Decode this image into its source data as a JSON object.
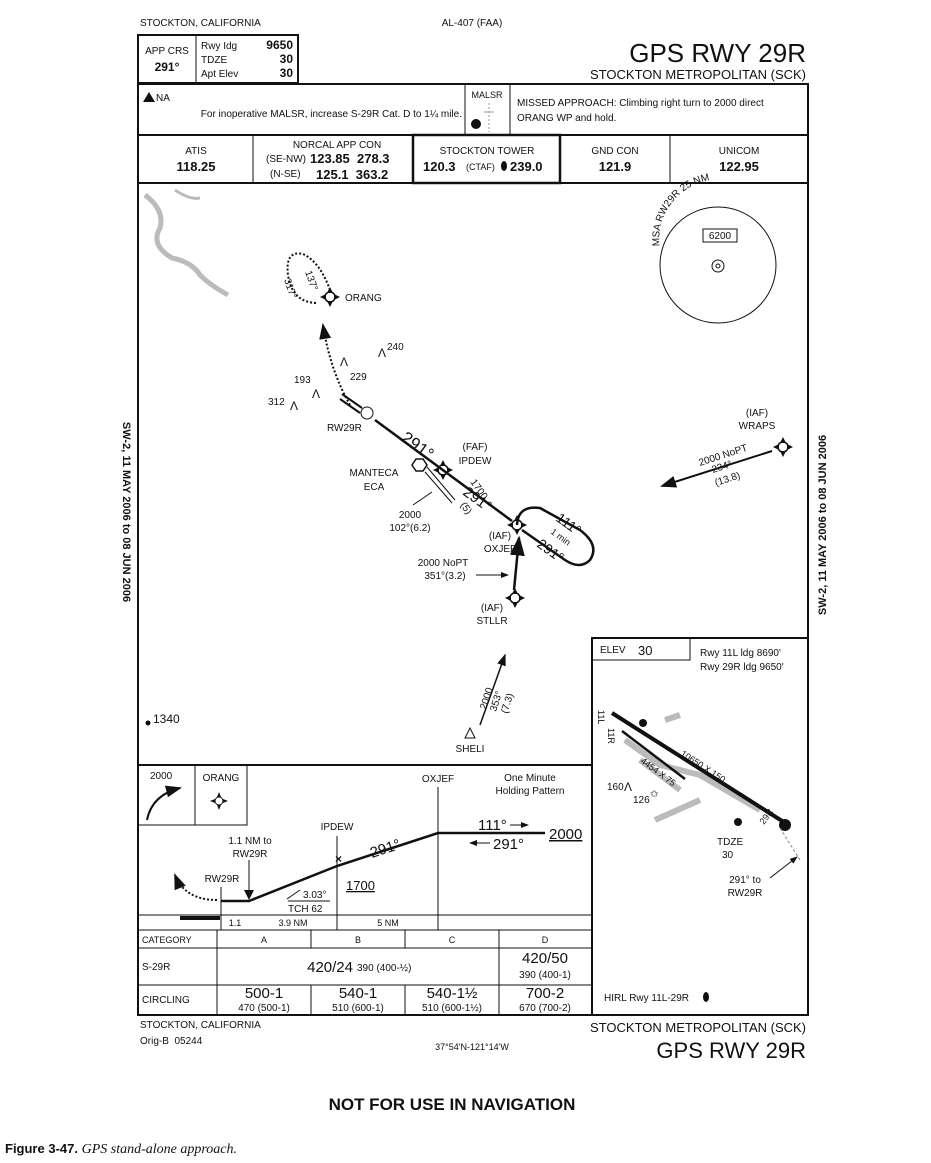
{
  "header": {
    "location": "STOCKTON, CALIFORNIA",
    "chart_id": "AL-407 (FAA)",
    "title": "GPS RWY 29R",
    "airport": "STOCKTON METROPOLITAN (SCK)",
    "app_crs_label": "APP CRS",
    "app_crs": "291°",
    "rwy_ldg_label": "Rwy Idg",
    "rwy_ldg": "9650",
    "tdze_label": "TDZE",
    "tdze": "30",
    "apt_elev_label": "Apt Elev",
    "apt_elev": "30"
  },
  "notes": {
    "na": "NA",
    "malsr_note": "For inoperative MALSR, increase S-29R Cat. D to 1¼ mile.",
    "malsr_label": "MALSR",
    "missed_line1": "MISSED APPROACH: Climbing right turn to 2000 direct",
    "missed_line2": "ORANG WP and hold."
  },
  "frequencies": {
    "atis_label": "ATIS",
    "atis": "118.25",
    "norcal_label": "NORCAL APP CON",
    "norcal_se_nw": "(SE-NW)",
    "norcal_f1": "123.85  278.3",
    "norcal_n_se": "(N-SE)",
    "norcal_f2": "125.1  363.2",
    "tower_label": "STOCKTON TOWER",
    "tower_f1": "120.3",
    "ctaf": "(CTAF)",
    "tower_f2": "239.0",
    "gnd_label": "GND CON",
    "gnd": "121.9",
    "unicom_label": "UNICOM",
    "unicom": "122.95"
  },
  "plan": {
    "orang": "ORANG",
    "hold_137": "137°",
    "hold_317": "317°",
    "obs_240": "240",
    "obs_229": "229",
    "obs_193": "193",
    "obs_312": "312",
    "rw29r": "RW29R",
    "crs_291": "291°",
    "faf": "(FAF)",
    "ipdew": "IPDEW",
    "manteca": "MANTECA",
    "eca": "ECA",
    "eca_alt": "2000",
    "eca_crs": "102°(6.2)",
    "seg_alt": "1700",
    "seg_crs": "291°",
    "seg_dist": "(5)",
    "iaf": "(IAF)",
    "oxjef": "OXJEF",
    "hold_111": "111°",
    "hold_1min": "1 min",
    "hold_291": "291°",
    "stllr_alt": "2000 NoPT",
    "stllr_crs": "351°(3.2)",
    "stllr": "STLLR",
    "sheli": "SHELI",
    "sheli_alt": "2000",
    "sheli_crs": "353°",
    "sheli_dist": "(7.3)",
    "wraps": "WRAPS",
    "wraps_alt": "2000 NoPT",
    "wraps_crs": "234°",
    "wraps_dist": "(13.8)",
    "msa": "MSA RW29R 25 NM",
    "msa_alt": "6200",
    "spot_elev": "1340"
  },
  "side": {
    "left": "SW-2, 11 MAY 2006 to 08 JUN 2006",
    "right": "SW-2, 11 MAY 2006 to 08 JUN 2006"
  },
  "airport_diagram": {
    "elev_label": "ELEV",
    "elev": "30",
    "rwy11l": "Rwy 11L ldg 8690'",
    "rwy29r": "Rwy 29R ldg 9650'",
    "rw11l": "11L",
    "rw11r": "11R",
    "rw29r": "29R",
    "dim1": "10650 X 150",
    "dim2": "4454 X 75",
    "obs_160": "160",
    "obs_126": "126",
    "tdze_label": "TDZE",
    "tdze": "30",
    "crs_note1": "291° to",
    "crs_note2": "RW29R",
    "lighting": "HIRL Rwy 11L-29R"
  },
  "profile": {
    "missed_alt": "2000",
    "orang": "ORANG",
    "oxjef": "OXJEF",
    "holding1": "One Minute",
    "holding2": "Holding Pattern",
    "ipdew": "IPDEW",
    "nm_note1": "1.1 NM to",
    "nm_note2": "RW29R",
    "rw29r": "RW29R",
    "crs_291": "291°",
    "alt_1700": "1700",
    "crs_111": "111°",
    "crs_291b": "291°",
    "alt_2000": "2000",
    "gs": "3.03°",
    "tch": "TCH 62",
    "d1": "1.1",
    "d2": "3.9 NM",
    "d3": "5 NM"
  },
  "minimums": {
    "headers": [
      "CATEGORY",
      "A",
      "B",
      "C",
      "D"
    ],
    "s29r_label": "S-29R",
    "s29r_abc": "420/24",
    "s29r_abc_haa": "390 (400-½)",
    "s29r_d": "420/50",
    "s29r_d_haa": "390 (400-1)",
    "circling_label": "CIRCLING",
    "circling": [
      {
        "min": "500-1",
        "haa": "470 (500-1)"
      },
      {
        "min": "540-1",
        "haa": "510 (600-1)"
      },
      {
        "min": "540-1½",
        "haa": "510 (600-1½)"
      },
      {
        "min": "700-2",
        "haa": "670 (700-2)"
      }
    ]
  },
  "footer": {
    "location": "STOCKTON, CALIFORNIA",
    "amendment": "Orig-B  05244",
    "coords": "37°54'N-121°14'W",
    "airport": "STOCKTON METROPOLITAN (SCK)",
    "title": "GPS RWY 29R"
  },
  "disclaimer": "NOT FOR USE IN NAVIGATION",
  "caption": {
    "label": "Figure 3-47.",
    "text": "GPS stand-alone approach."
  }
}
